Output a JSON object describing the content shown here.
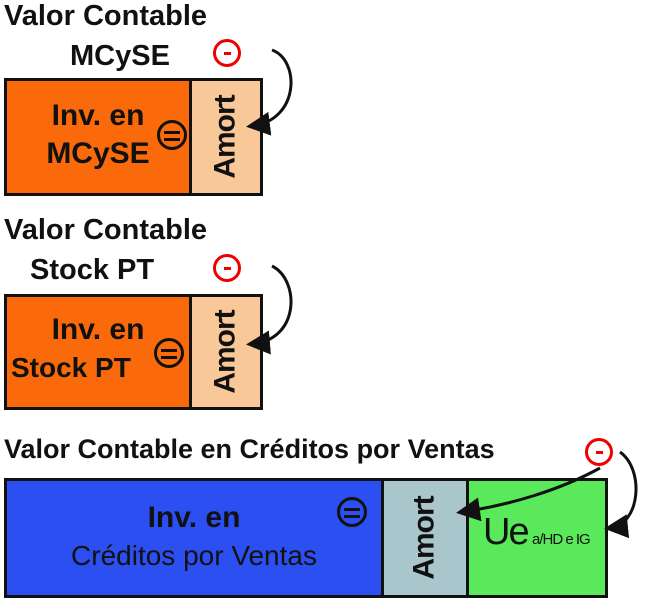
{
  "sections": [
    {
      "title_line1": "Valor Contable",
      "title_line2": "MCySE",
      "investment_line1": "Inv. en",
      "investment_line2": "MCySE",
      "amort": "Amort"
    },
    {
      "title_line1": "Valor Contable",
      "title_line2": "Stock PT",
      "investment_line1": "Inv. en",
      "investment_line2": "Stock PT",
      "amort": "Amort"
    },
    {
      "title": "Valor Contable en Créditos por Ventas",
      "investment_line1": "Inv. en",
      "investment_line2": "Créditos por Ventas",
      "amort": "Amort",
      "ue": "Ue",
      "ue_sub": "a/HD e IG"
    }
  ],
  "colors": {
    "orange": "#fa6a0a",
    "peach": "#f8c898",
    "blue": "#2b4ff0",
    "steel": "#a8c6cc",
    "green": "#5ae95a",
    "minus": "#e00000"
  }
}
